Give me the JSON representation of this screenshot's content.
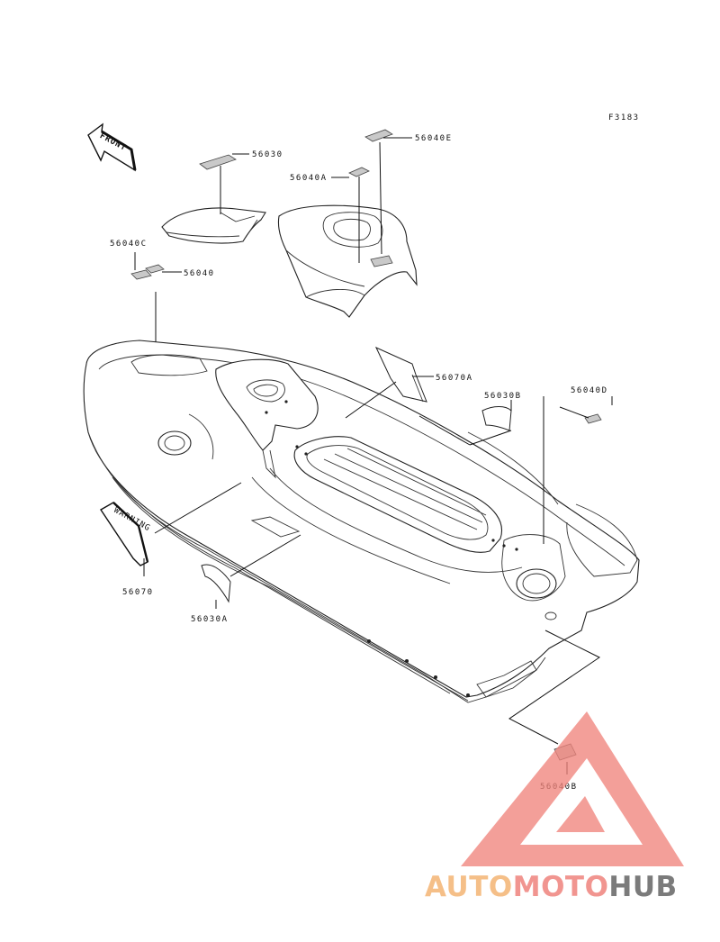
{
  "figure_code": "F3183",
  "front_label": "FRONT",
  "warning_text": "WARNING",
  "callouts": [
    {
      "id": "c-56030",
      "text": "56030"
    },
    {
      "id": "c-56040E",
      "text": "56040E"
    },
    {
      "id": "c-56040A",
      "text": "56040A"
    },
    {
      "id": "c-56040C",
      "text": "56040C"
    },
    {
      "id": "c-56040",
      "text": "56040"
    },
    {
      "id": "c-56070A",
      "text": "56070A"
    },
    {
      "id": "c-56030B",
      "text": "56030B"
    },
    {
      "id": "c-56040D",
      "text": "56040D"
    },
    {
      "id": "c-56070",
      "text": "56070"
    },
    {
      "id": "c-56030A",
      "text": "56030A"
    },
    {
      "id": "c-56040B",
      "text": "56040B"
    }
  ],
  "watermark": {
    "brand_auto": "AUTO",
    "brand_moto": "MOTO",
    "brand_hub": "HUB",
    "colors": {
      "auto": "#f5b97c",
      "moto": "#f08a84",
      "hub": "#6d6d6d",
      "triangle": "#f0837a"
    }
  }
}
